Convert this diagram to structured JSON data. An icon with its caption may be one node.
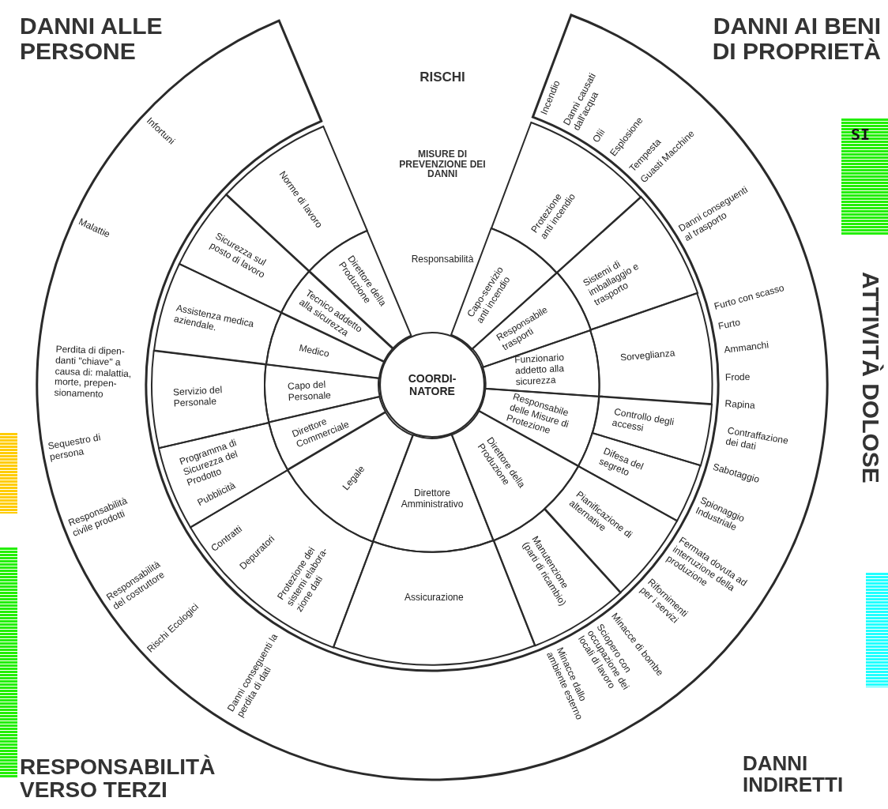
{
  "diagram": {
    "nodes": [
      {
        "text": [
          "Incendio",
          "Danni causati dall'acqua",
          "Olii",
          "Esplosione",
          "Tempesta",
          "Guasti Macchine",
          "Danni conseguenti al trasporto",
          "Furto con scasso",
          "Furto",
          "Ammanchi",
          "Frode",
          "Rapina",
          "Contraffazione dei dati",
          "Sabotaggio",
          "Spionaggio Industriale",
          "Fermata dovuta ad interruzione della produzione",
          "Rifornimenti per i servizi",
          "Minacce di bombe",
          "Sciopero con occupazione dei locali di lavoro",
          "Minacce dallo ambiente esterno",
          "Danni conseguenti la perdita di dati",
          "Rischi Ecologici",
          "Responsabilità del costruttore",
          "Responsabilità civile prodotti",
          "Sequestro di persona",
          "Perdita di dipen- danti \"chiave\" a causa di: malattia, morte, prepen- sionamento",
          "Malattie",
          "Infortuni"
        ]
      },
      {
        "text": [
          "Protezione anti incendio"
        ]
      },
      {
        "text": [
          "Sistemi di imballaggio e trasporto"
        ]
      },
      {
        "text": [
          "Sorveglianza"
        ]
      },
      {
        "text": [
          "Controllo degli accessi"
        ]
      },
      {
        "text": [
          "Difesa del segreto"
        ]
      },
      {
        "text": [
          "Pianificazione di alternative"
        ]
      },
      {
        "text": [
          "Manutenzione (parti di ricambio)"
        ]
      },
      {
        "text": [
          "Assicurazione"
        ]
      },
      {
        "text": [
          "Contratti",
          "Depuratori",
          "Protezione dei sistemi elabora- zione dati"
        ]
      },
      {
        "text": [
          "Programma di Sicurezza del Prodotto",
          "Pubblicità"
        ]
      },
      {
        "text": [
          "Servizio del Personale"
        ]
      },
      {
        "text": [
          "Assistenza medica aziendale."
        ]
      },
      {
        "text": [
          "Sicurezza sul posto di lavoro"
        ]
      },
      {
        "text": [
          "Norme di lavoro"
        ]
      },
      {
        "text": [
          "Capo-servizio anti incendio"
        ]
      },
      {
        "text": [
          "Responsabile trasporti"
        ]
      },
      {
        "text": [
          "Funzionario addetto alla sicurezza"
        ]
      },
      {
        "text": [
          "Responsabile delle Misure di Protezione"
        ]
      },
      {
        "text": [
          "Direttore della Produzione"
        ]
      },
      {
        "text": [
          "Direttore Amministrativo"
        ]
      },
      {
        "text": [
          "Legale"
        ]
      },
      {
        "text": [
          "Direttore Commerciale"
        ]
      },
      {
        "text": [
          "Capo del Personale"
        ]
      },
      {
        "text": [
          "Medico"
        ]
      },
      {
        "text": [
          "Tecnico addetto alla sicurezza"
        ]
      },
      {
        "text": [
          "Direttore della Produzione"
        ]
      },
      {
        "text": [
          "COORDI- NATORE"
        ]
      }
    ],
    "labels": [
      "DANNI ALLE PERSONE",
      "DANNI AI BENI DI PROPRIETÀ",
      "RISCHI",
      "SI",
      "MISURE DI PREVENZIONE DEI DANNI",
      "Responsabilità",
      "ATTIVITÀ DOLOSE",
      "RESPONSABILITÀ VERSO TERZI",
      "DANNI INDIRETTI"
    ]
  }
}
